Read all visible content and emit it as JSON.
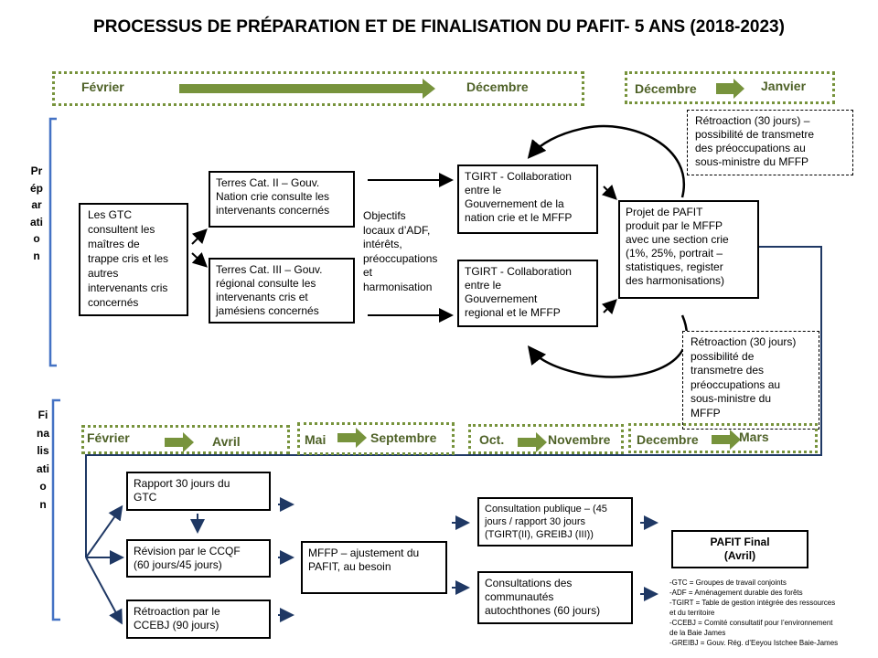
{
  "title": "PROCESSUS DE PRÉPARATION  ET DE FINALISATION DU PAFIT- 5 ANS (2018-2023)",
  "colors": {
    "green": "#77933c",
    "green_dark": "#4f6228",
    "blue": "#1f3864",
    "blue_bracket": "#4472c4"
  },
  "preparation": {
    "side_label": "Préparation",
    "timeline_main": {
      "start": "Février",
      "end": "Décembre"
    },
    "timeline_side": {
      "start": "Décembre",
      "end": "Janvier"
    },
    "gtc_box": "Les GTC\nconsultent les\nmaîtres de\ntrappe cris et les\nautres\nintervenants cris\nconcernés",
    "cat2_box": "Terres Cat. II – Gouv.\nNation crie consulte les\nintervenants  concernés",
    "cat3_box": "Terres Cat. III – Gouv.\nrégional  consulte les\nintervenants  cris et\njamésiens concernés",
    "objectives_text": "Objectifs\nlocaux d’ADF,\nintérêts,\npréoccupations\net\nharmonisation",
    "tgirt_nation_box": "TGIRT  - Collaboration\nentre le\nGouvernement  de la\nnation crie et le MFFP",
    "tgirt_regional_box": "TGIRT  - Collaboration\nentre le\nGouvernement\nregional  et le MFFP",
    "projet_box": "Projet de PAFIT\nproduit par le MFFP\navec une section crie\n(1%, 25%, portrait –\nstatistiques, register\ndes harmonisations)",
    "feedback_top": "Rétroaction (30 jours) –\npossibilité de transmetre\ndes préoccupations au\nsous-ministre du MFFP",
    "feedback_bottom": "Rétroaction (30 jours)\npossibilité de\ntransmetre des\npréoccupations au\nsous-ministre du\nMFFP"
  },
  "finalisation": {
    "side_label": "Finalisation",
    "timelines": [
      {
        "start": "Février",
        "end": "Avril"
      },
      {
        "start": "Mai",
        "end": "Septembre"
      },
      {
        "start": "Oct.",
        "end": "Novembre"
      },
      {
        "start": "Decembre",
        "end": "Mars"
      }
    ],
    "rapport_box": "Rapport  30 jours du\nGTC",
    "revision_box": "Révision  par le CCQF\n(60 jours/45 jours)",
    "retroaction_box": "Rétroaction  par le\nCCEBJ (90 jours)",
    "mffp_box": "MFFP – ajustement du\nPAFIT, au besoin",
    "consultation_pub_box": "Consultation publique – (45\njours / rapport 30 jours\n(TGIRT(II),  GREIBJ (III))",
    "consultation_auto_box": "Consultations des\ncommunautés\nautochthones (60 jours)",
    "final_box": "PAFIT Final\n(Avril)"
  },
  "glossary": "-GTC = Groupes de travail conjoints\n-ADF =  Aménagement durable des forêts\n-TGIRT = Table de gestion intégrée des ressources\net du territoire\n-CCEBJ = Comité consultatif  pour  l’environnement\nde la Baie James\n-GREIBJ = Gouv.  Rég. d’Eeyou Istchee Baie-James"
}
